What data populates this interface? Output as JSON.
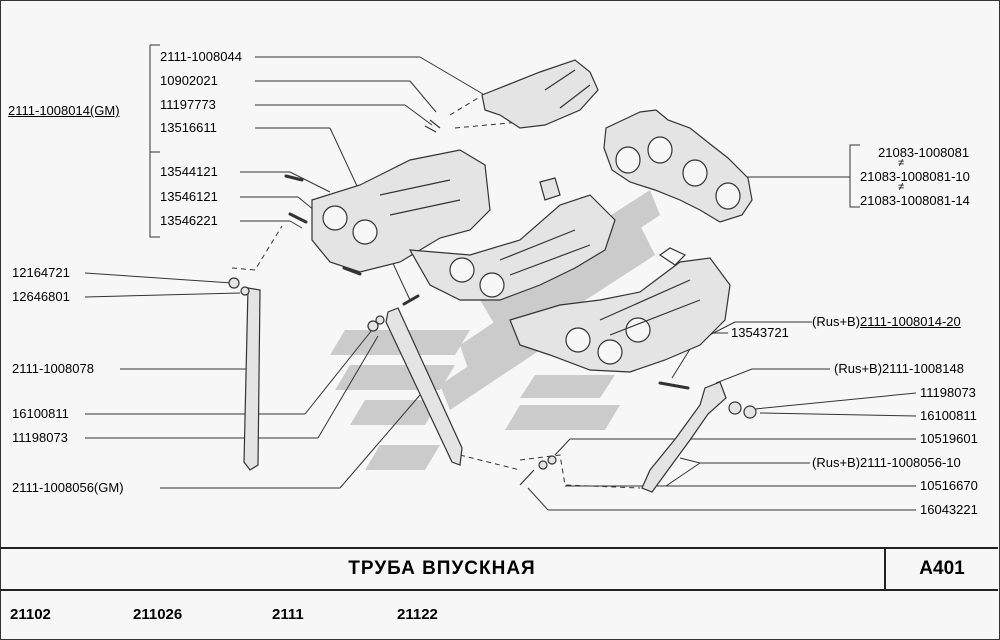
{
  "page": {
    "title": "ТРУБА  ВПУСКНАЯ",
    "sheet_code": "A401",
    "models": [
      "21102",
      "211026",
      "2111",
      "21122"
    ]
  },
  "labels": {
    "group_left": "2111-1008014(GM)",
    "part_1008044": "2111-1008044",
    "part_10902021": "10902021",
    "part_11197773": "11197773",
    "part_13516611": "13516611",
    "part_13544121": "13544121",
    "part_13546121": "13546121",
    "part_13546221": "13546221",
    "part_12164721": "12164721",
    "part_12646801": "12646801",
    "part_1008078": "2111-1008078",
    "part_16100811_left": "16100811",
    "part_11198073_left": "11198073",
    "part_1008056_gm": "2111-1008056(GM)",
    "gasket_a": "21083-1008081",
    "gasket_b": "21083-1008081-10",
    "gasket_c": "21083-1008081-14",
    "group_right": "(Rus+B)2111-1008014-20",
    "part_13543721": "13543721",
    "part_1008148": "(Rus+B)2111-1008148",
    "part_11198073_right": "11198073",
    "part_16100811_right": "16100811",
    "part_10519601": "10519601",
    "part_1008056_10": "(Rus+B)2111-1008056-10",
    "part_10516670": "10516670",
    "part_16043221": "16043221",
    "neq_symbol": "≠"
  },
  "colors": {
    "background": "#f7f7f7",
    "line": "#333333",
    "part_fill": "#e4e4e4",
    "watermark": "#bdbdbd"
  }
}
